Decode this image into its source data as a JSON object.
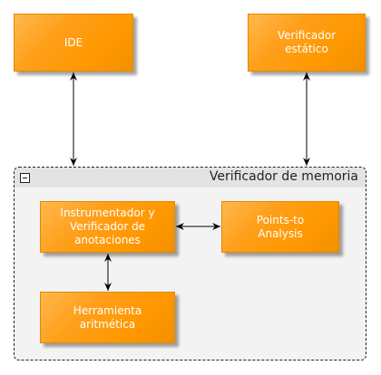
{
  "nodes": {
    "ide": "IDE",
    "verificador_estatico": "Verificador\nestático",
    "instrumentador": "Instrumentador y\nVerificador de\nanotaciones",
    "points_to": "Points-to\nAnalysis",
    "herramienta": "Herramienta\naritmética"
  },
  "group": {
    "title": "Verificador de memoria"
  },
  "icons": {
    "collapse": "minus-square-icon"
  },
  "colors": {
    "node_fill": "#ff9800",
    "group_fill": "#f3f3f3",
    "edge": "#000000"
  }
}
